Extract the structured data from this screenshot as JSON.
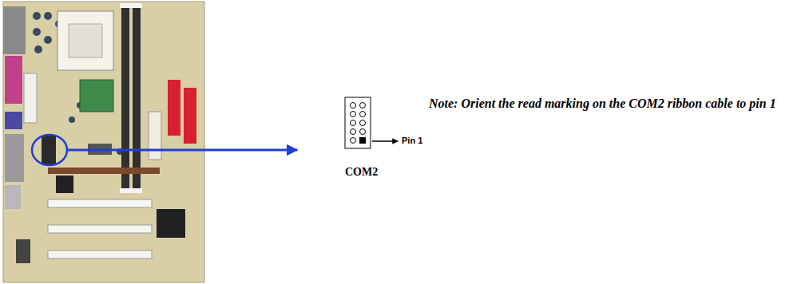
{
  "diagram": {
    "labels": [
      "Pin 1",
      "COM2",
      "Note: Orient the read marking on the COM2 ribbon cable to pin 1"
    ]
  }
}
